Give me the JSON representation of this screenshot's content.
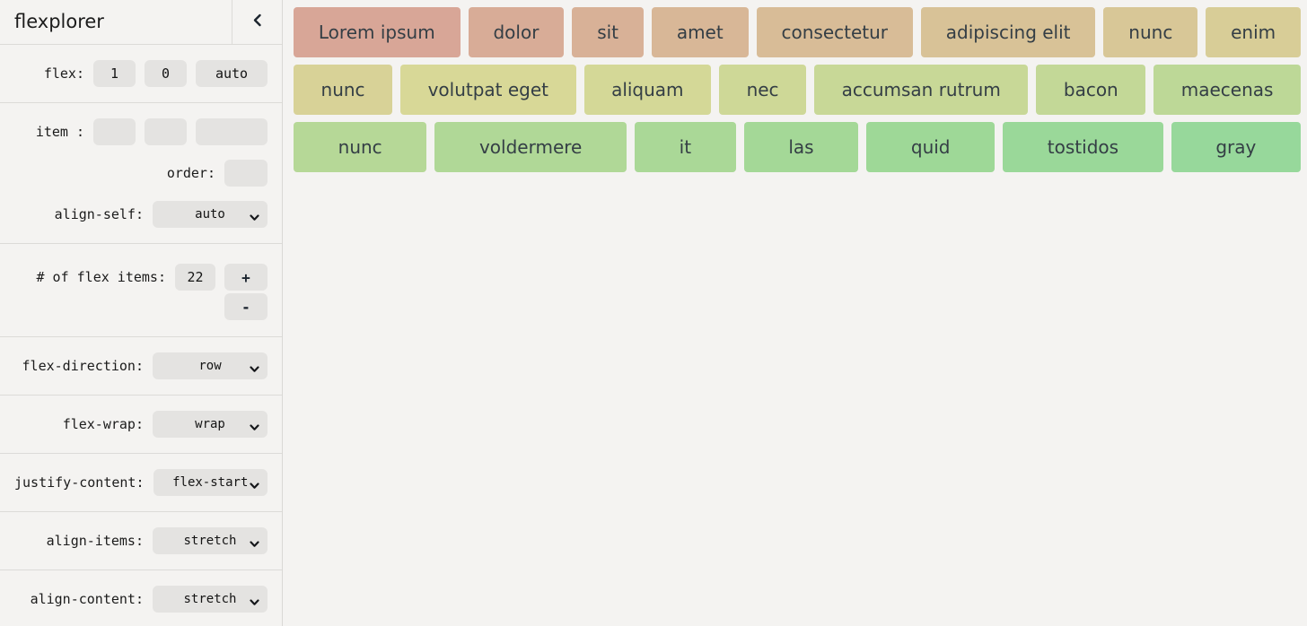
{
  "app": {
    "title": "flexplorer",
    "icons": {
      "collapse": "chevron-left-icon",
      "dropdown": "chevron-down-icon"
    },
    "colors": {
      "background": "#f4f3f1",
      "control_bg": "#e4e3e1",
      "separator": "#dcdbd8",
      "item_text": "#343e45"
    }
  },
  "sidebar": {
    "flex": {
      "label": "flex:",
      "grow": "1",
      "shrink": "0",
      "basis": "auto"
    },
    "item": {
      "label": "item :",
      "grow": "",
      "shrink": "",
      "basis": ""
    },
    "order": {
      "label": "order:",
      "value": ""
    },
    "align_self": {
      "label": "align-self:",
      "value": "auto"
    },
    "count": {
      "label": "# of flex items:",
      "value": "22",
      "increment": "+",
      "decrement": "-"
    },
    "flex_direction": {
      "label": "flex-direction:",
      "value": "row"
    },
    "flex_wrap": {
      "label": "flex-wrap:",
      "value": "wrap"
    },
    "justify_content": {
      "label": "justify-content:",
      "value": "flex-start"
    },
    "align_items": {
      "label": "align-items:",
      "value": "stretch"
    },
    "align_content": {
      "label": "align-content:",
      "value": "stretch"
    }
  },
  "canvas": {
    "rows": [
      [
        {
          "label": "Lorem ipsum",
          "color": "#d8a697"
        },
        {
          "label": "dolor",
          "color": "#d8ac97"
        },
        {
          "label": "sit",
          "color": "#d8b197"
        },
        {
          "label": "amet",
          "color": "#d8b797"
        },
        {
          "label": "consectetur",
          "color": "#d8bc97"
        },
        {
          "label": "adipiscing elit",
          "color": "#d8c297"
        },
        {
          "label": "nunc",
          "color": "#d8c797"
        },
        {
          "label": "enim",
          "color": "#d8cd97"
        }
      ],
      [
        {
          "label": "nunc",
          "color": "#d8d297"
        },
        {
          "label": "volutpat eget",
          "color": "#d8d897"
        },
        {
          "label": "aliquam",
          "color": "#d4d897"
        },
        {
          "label": "nec",
          "color": "#ced897"
        },
        {
          "label": "accumsan rutrum",
          "color": "#c8d897"
        },
        {
          "label": "bacon",
          "color": "#c3d897"
        },
        {
          "label": "maecenas",
          "color": "#bdd897"
        }
      ],
      [
        {
          "label": "nunc",
          "color": "#b6d897"
        },
        {
          "label": "voldermere",
          "color": "#b0d897"
        },
        {
          "label": "it",
          "color": "#aad897"
        },
        {
          "label": "las",
          "color": "#a4d897"
        },
        {
          "label": "quid",
          "color": "#9ed897"
        },
        {
          "label": "tostidos",
          "color": "#9ad899"
        },
        {
          "label": "gray",
          "color": "#97d89b"
        }
      ]
    ]
  }
}
